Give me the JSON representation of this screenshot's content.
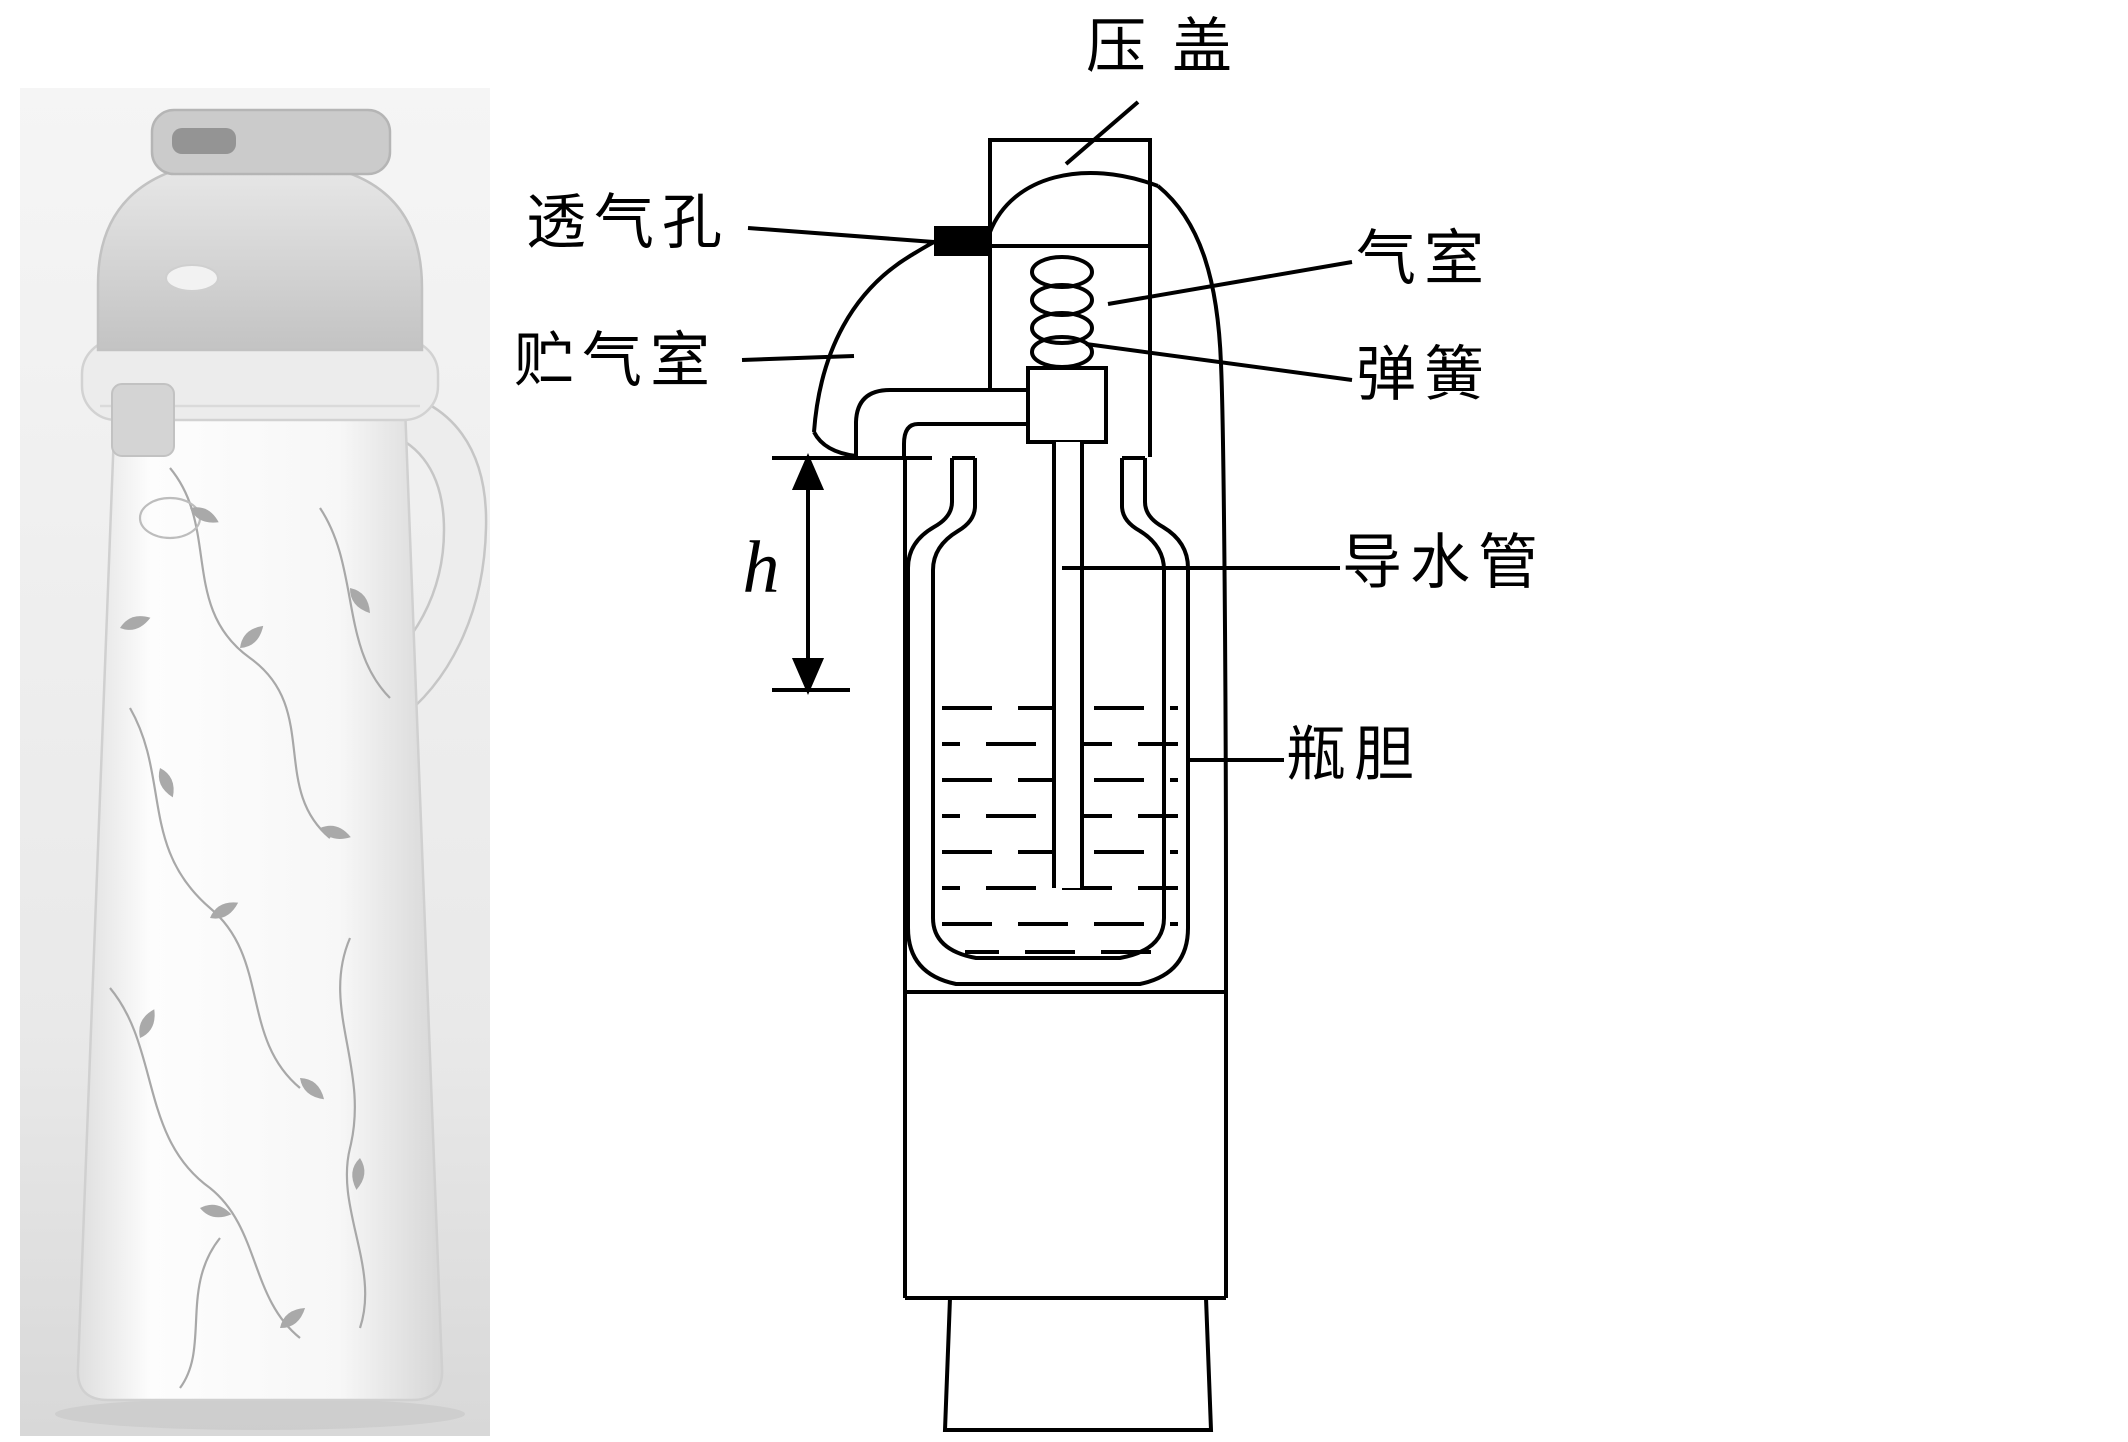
{
  "diagram": {
    "ink": "#000000",
    "paper": "#ffffff",
    "labels": {
      "press_cap": "压盖",
      "air_vent": "透气孔",
      "air_chamber": "气室",
      "spring": "弹簧",
      "air_storage": "贮气室",
      "height": "h",
      "water_pipe": "导水管",
      "flask_liner": "瓶胆"
    }
  }
}
